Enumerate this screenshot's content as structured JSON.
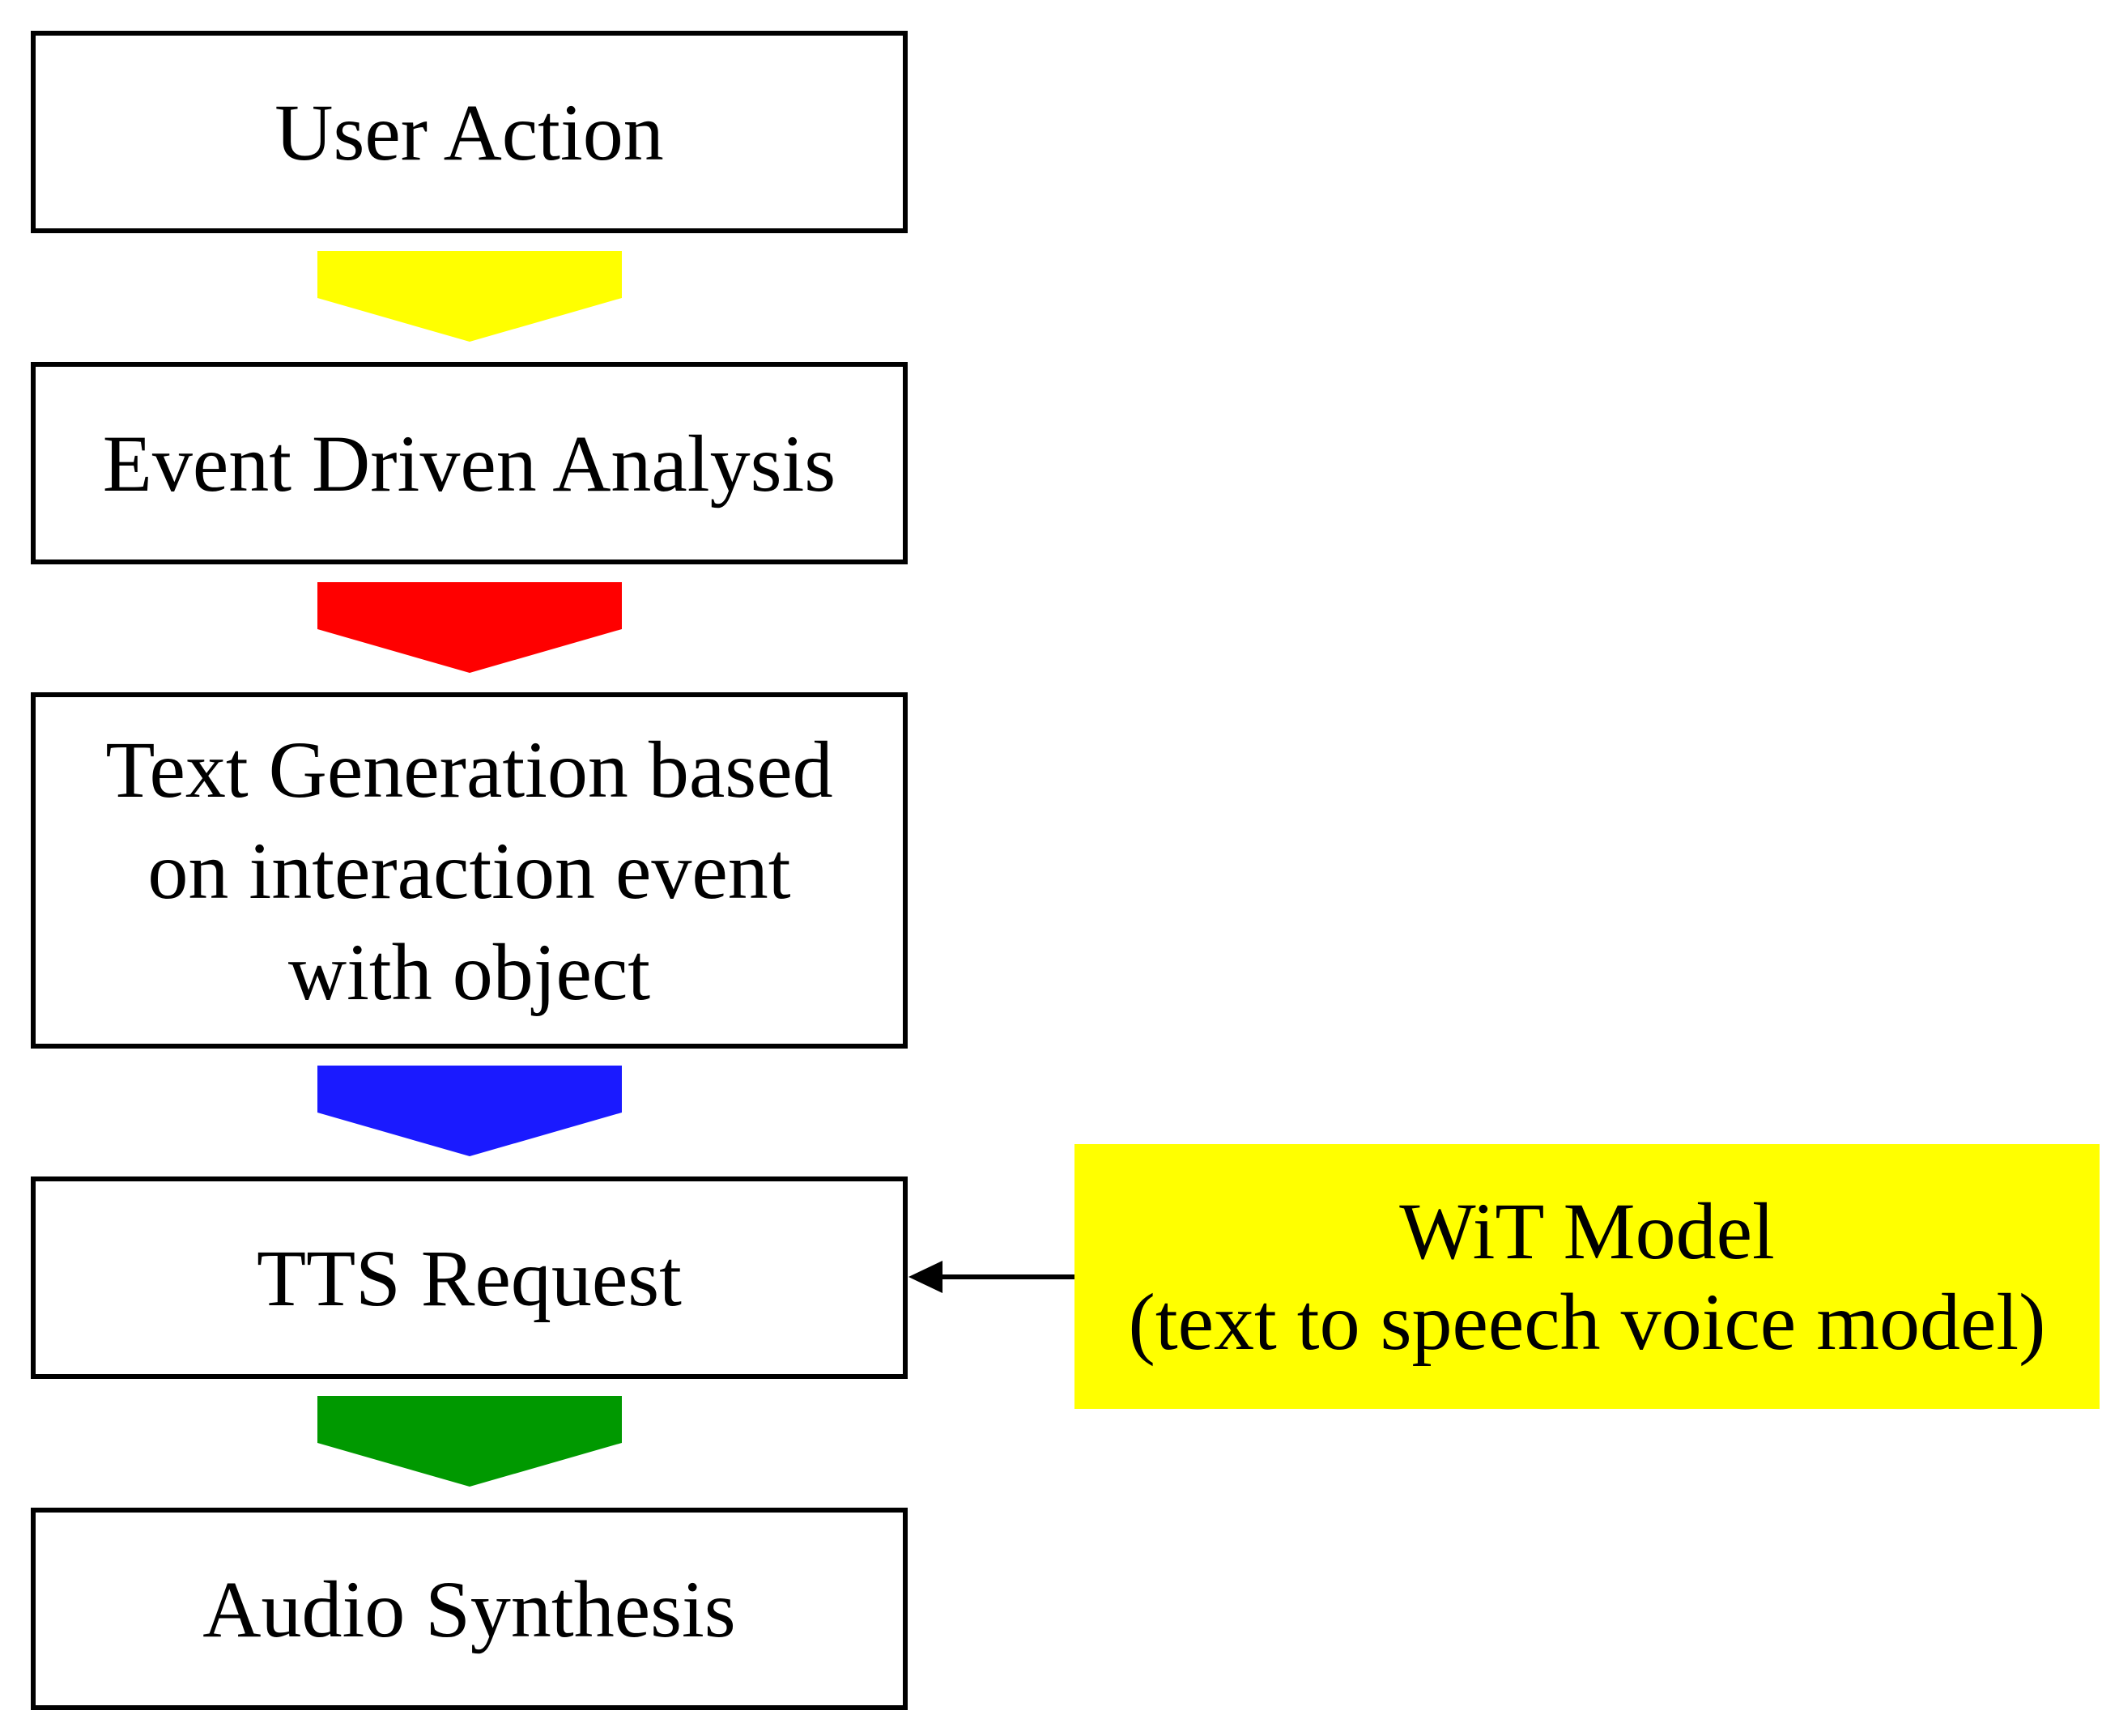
{
  "diagram": {
    "steps": [
      {
        "label": "User Action"
      },
      {
        "label": "Event Driven Analysis"
      },
      {
        "label": "Text Generation based\non interaction event\nwith object"
      },
      {
        "label": "TTS Request"
      },
      {
        "label": "Audio Synthesis"
      }
    ],
    "connector_colors": [
      "#ffff00",
      "#ff0000",
      "#1a1aff",
      "#009900"
    ],
    "side_model": {
      "title": "WiT Model",
      "subtitle": "(text to speech voice model)",
      "fill_color": "#ffff00"
    },
    "edge_color": "#000000"
  }
}
